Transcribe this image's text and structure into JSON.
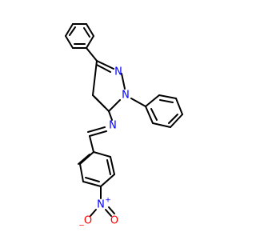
{
  "colors": {
    "bond": "#000000",
    "nitrogen": "#0000ff",
    "oxygen": "#ff0000"
  },
  "atoms": {
    "n_pyrazole_2": "N",
    "n_pyrazole_1": "N",
    "n_imine": "N",
    "n_nitro": "N",
    "n_nitro_charge": "+",
    "o_nitro_left": "O",
    "o_nitro_left_charge": "−",
    "o_nitro_right": "O"
  }
}
